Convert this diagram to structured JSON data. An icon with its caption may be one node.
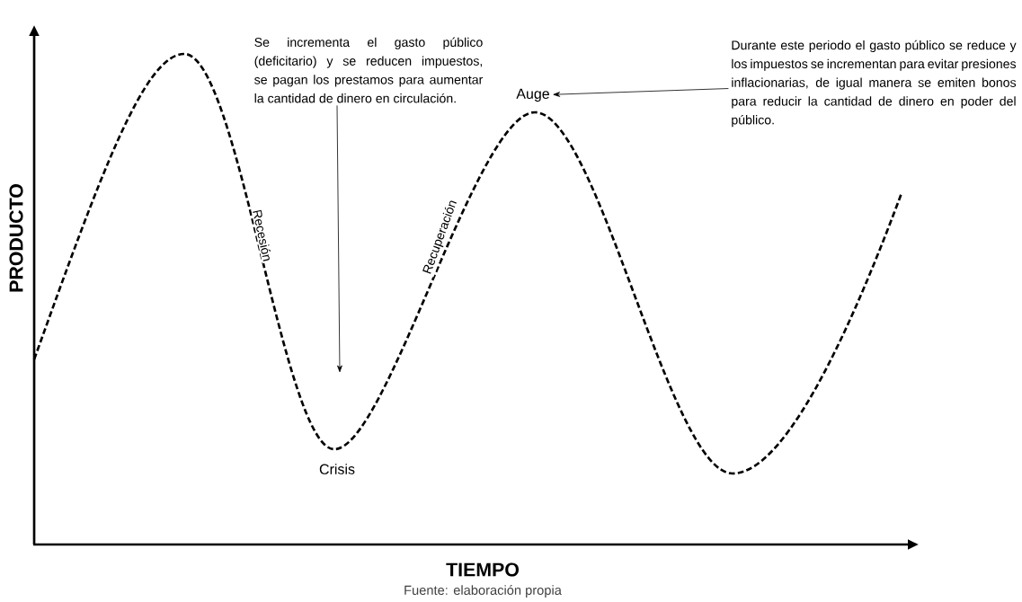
{
  "diagram": {
    "caption": "Fuente: elaboración propia",
    "nodes": [
      {
        "text": [
          "Se incrementa el gasto público (deficitario) y se reducen impuestos, se pagan los prestamos para aumentar la cantidad de dinero en circulación."
        ]
      },
      {
        "text": [
          "Durante este periodo el gasto público se reduce y los impuestos se incrementan para evitar presiones inflacionarias, de igual manera se emiten bonos para reducir la cantidad de dinero en poder del público."
        ]
      },
      {
        "text": [
          "Auge"
        ]
      }
    ],
    "edges": [
      {
        "from": 0,
        "to": null,
        "arrow": "to"
      },
      {
        "from": 1,
        "to": 2,
        "arrow": "to"
      }
    ],
    "labels": [
      "Recesión",
      "Recuperación",
      "Crisis",
      "PRODUCTO",
      "TIEMPO"
    ]
  }
}
